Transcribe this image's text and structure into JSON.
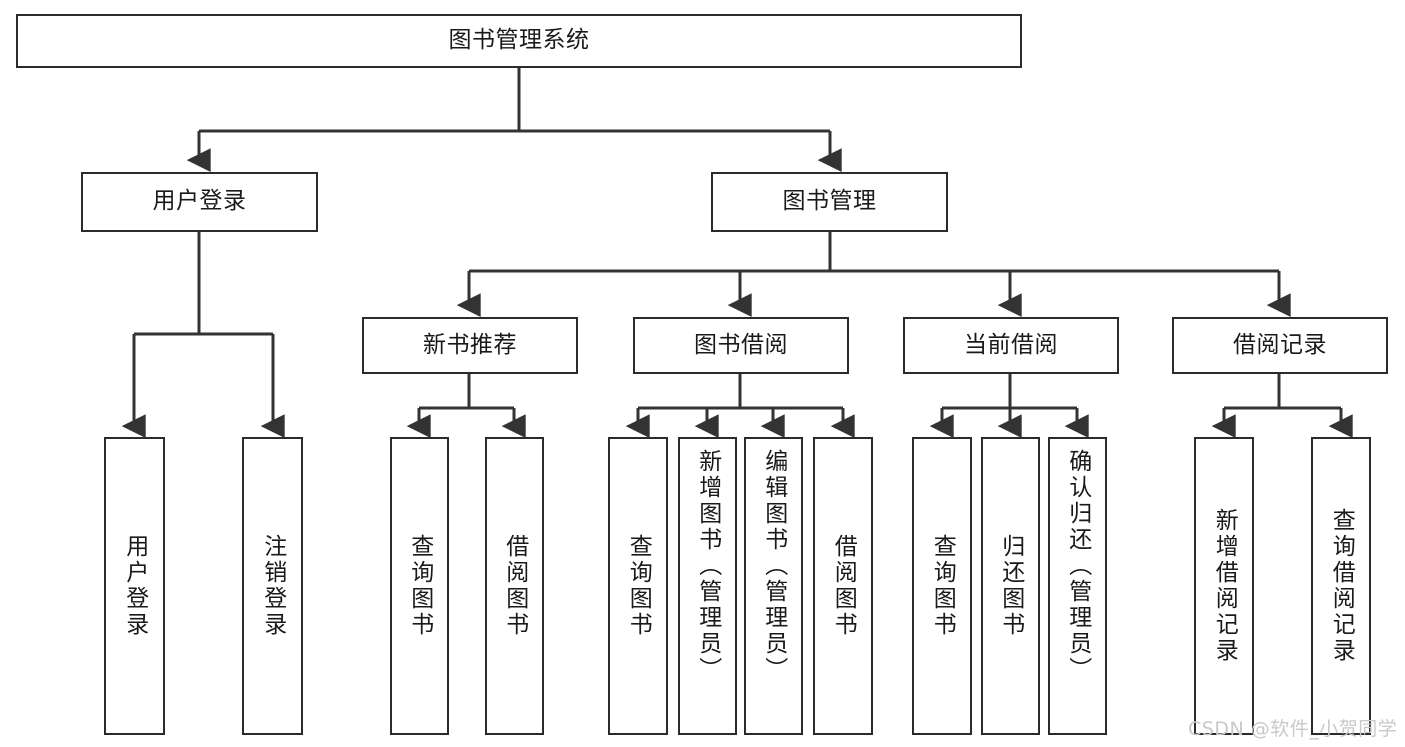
{
  "diagram": {
    "type": "tree-hierarchy",
    "title": "图书管理系统",
    "root": {
      "id": "root",
      "label": "图书管理系统"
    },
    "level2": [
      {
        "id": "user-login",
        "label": "用户登录"
      },
      {
        "id": "book-management",
        "label": "图书管理"
      }
    ],
    "level3": [
      {
        "id": "new-book-recommend",
        "label": "新书推荐",
        "parent": "book-management"
      },
      {
        "id": "book-borrow",
        "label": "图书借阅",
        "parent": "book-management"
      },
      {
        "id": "current-borrow",
        "label": "当前借阅",
        "parent": "book-management"
      },
      {
        "id": "borrow-record",
        "label": "借阅记录",
        "parent": "book-management"
      }
    ],
    "leaves": {
      "user_login": [
        {
          "id": "leaf-user-login",
          "label": "用户登录"
        },
        {
          "id": "leaf-user-logout",
          "label": "注销登录"
        }
      ],
      "new_book_recommend": [
        {
          "id": "leaf-query-book-1",
          "label": "查询图书"
        },
        {
          "id": "leaf-borrow-book-1",
          "label": "借阅图书"
        }
      ],
      "book_borrow": [
        {
          "id": "leaf-query-book-2",
          "label": "查询图书"
        },
        {
          "id": "leaf-add-book",
          "label": "新增图书（管理员）"
        },
        {
          "id": "leaf-edit-book",
          "label": "编辑图书（管理员）"
        },
        {
          "id": "leaf-borrow-book-2",
          "label": "借阅图书"
        }
      ],
      "current_borrow": [
        {
          "id": "leaf-query-book-3",
          "label": "查询图书"
        },
        {
          "id": "leaf-return-book",
          "label": "归还图书"
        },
        {
          "id": "leaf-confirm-return",
          "label": "确认归还（管理员）"
        }
      ],
      "borrow_record": [
        {
          "id": "leaf-add-record",
          "label": "新增借阅记录"
        },
        {
          "id": "leaf-query-record",
          "label": "查询借阅记录"
        }
      ]
    }
  },
  "watermark": {
    "text": "CSDN @软件_小贺同学"
  },
  "colors": {
    "box_border": "#2b2b2b",
    "box_fill": "#ffffff",
    "connector": "#333333",
    "text": "#1a1a1a",
    "watermark": "#c9c9c9",
    "background": "#ffffff"
  }
}
